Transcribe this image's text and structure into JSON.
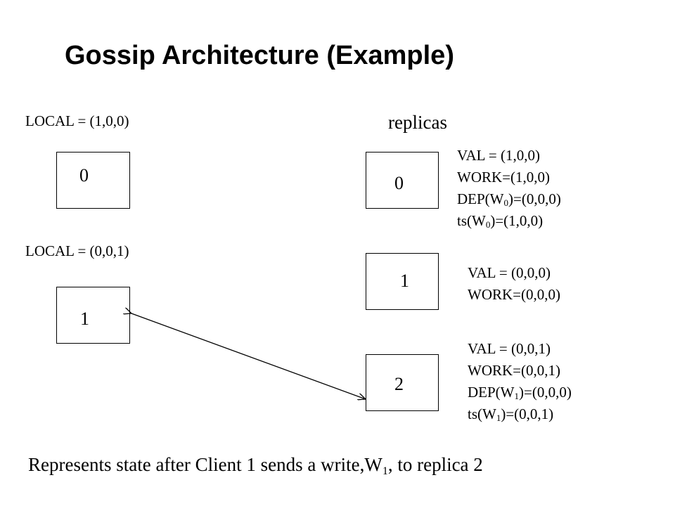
{
  "title": "Gossip Architecture (Example)",
  "clients": [
    {
      "local_label": "LOCAL = (1,0,0)",
      "box_label": "0"
    },
    {
      "local_label": "LOCAL = (0,0,1)",
      "box_label": "1"
    }
  ],
  "replicas_heading": "replicas",
  "replicas": [
    {
      "box_label": "0",
      "val": "VAL = (1,0,0)",
      "work": "WORK=(1,0,0)",
      "dep_prefix": "DEP(W",
      "dep_sub": "0",
      "dep_suffix": ")=(0,0,0)",
      "ts_prefix": "ts(W",
      "ts_sub": "0",
      "ts_suffix": ")=(1,0,0)"
    },
    {
      "box_label": "1",
      "val": "VAL = (0,0,0)",
      "work": "WORK=(0,0,0)"
    },
    {
      "box_label": "2",
      "val": "VAL = (0,0,1)",
      "work": "WORK=(0,0,1)",
      "dep_prefix": "DEP(W",
      "dep_sub": "1",
      "dep_suffix": ")=(0,0,0)",
      "ts_prefix": "ts(W",
      "ts_sub": "1",
      "ts_suffix": ")=(0,0,1)"
    }
  ],
  "caption": {
    "prefix": "Represents state after Client 1 sends a write,W",
    "sub": "1",
    "suffix": ", to replica 2"
  }
}
